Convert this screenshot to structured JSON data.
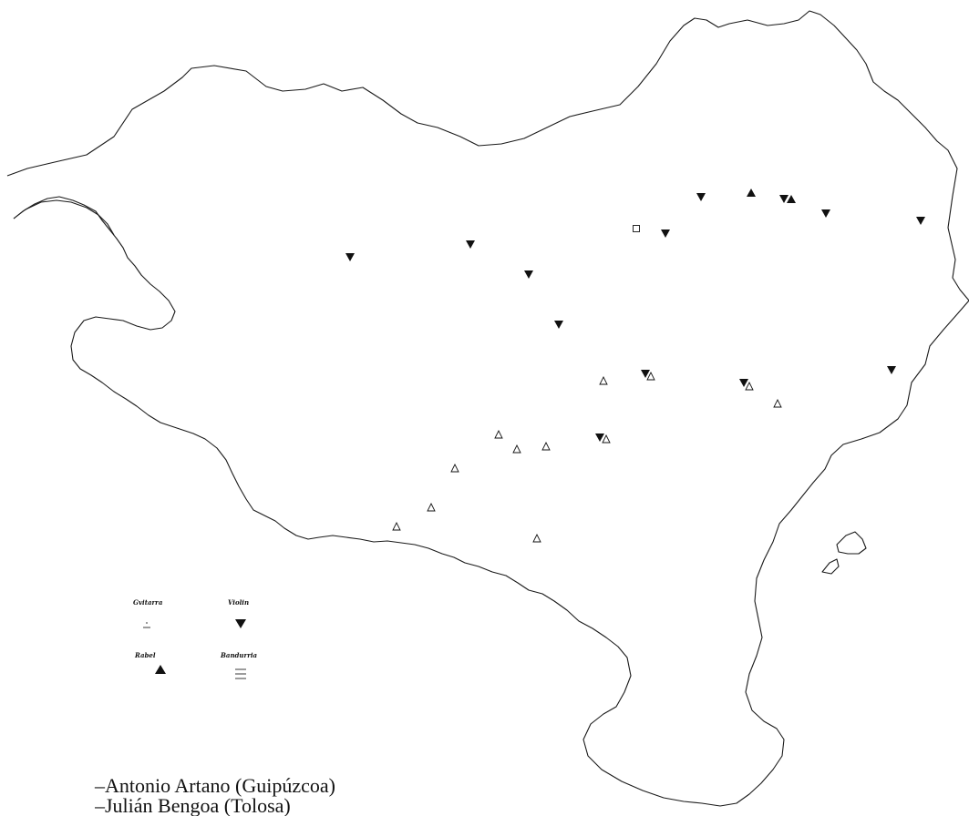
{
  "legend": {
    "guitar_label": "Gvitarra",
    "violin_label": "Violin",
    "rebec_label": "Rabel",
    "bandurria_label": "Bandurria"
  },
  "captions": [
    "–Antonio Artano (Guipúzcoa)",
    "–Julián Bengoa (Tolosa)"
  ],
  "markers": {
    "violin": [
      {
        "lon": 384,
        "lat": 282
      },
      {
        "lon": 516,
        "lat": 268
      },
      {
        "lon": 580,
        "lat": 301
      },
      {
        "lon": 613,
        "lat": 356
      },
      {
        "lon": 730,
        "lat": 256
      },
      {
        "lon": 769,
        "lat": 216
      },
      {
        "lon": 860,
        "lat": 218
      },
      {
        "lon": 906,
        "lat": 234
      },
      {
        "lon": 1010,
        "lat": 242
      },
      {
        "lon": 708,
        "lat": 410
      },
      {
        "lon": 816,
        "lat": 420
      },
      {
        "lon": 978,
        "lat": 406
      },
      {
        "lon": 658,
        "lat": 480
      }
    ],
    "rebec": [
      {
        "lon": 824,
        "lat": 212
      },
      {
        "lon": 868,
        "lat": 219
      }
    ],
    "guitar": [
      {
        "lon": 662,
        "lat": 418
      },
      {
        "lon": 822,
        "lat": 424
      },
      {
        "lon": 853,
        "lat": 443
      },
      {
        "lon": 547,
        "lat": 477
      },
      {
        "lon": 567,
        "lat": 493
      },
      {
        "lon": 599,
        "lat": 490
      },
      {
        "lon": 665,
        "lat": 482
      },
      {
        "lon": 499,
        "lat": 514
      },
      {
        "lon": 473,
        "lat": 557
      },
      {
        "lon": 435,
        "lat": 578
      },
      {
        "lon": 589,
        "lat": 591
      },
      {
        "lon": 714,
        "lat": 413
      }
    ],
    "bandurria": [
      {
        "lon": 698,
        "lat": 251
      }
    ]
  }
}
